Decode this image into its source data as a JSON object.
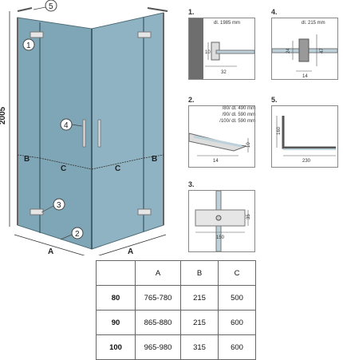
{
  "main_drawing": {
    "height_label": "2005",
    "label_A_left": "A",
    "label_A_right": "A",
    "label_B_left": "B",
    "label_B_right": "B",
    "label_C_left": "C",
    "label_C_right": "C",
    "callouts": [
      "1",
      "2",
      "3",
      "4",
      "5"
    ]
  },
  "details": {
    "d1": {
      "title": "1.",
      "note": "dl. 1985 mm",
      "dim_h": "10",
      "dim_w": "32"
    },
    "d2": {
      "title": "2.",
      "note_lines": [
        "/80/ dl. 490 mm",
        "/90/ dl. 590 mm",
        "/100/ dl. 590 mm"
      ],
      "dim_h": "10",
      "dim_w": "14"
    },
    "d3": {
      "title": "3.",
      "dim_h": "35",
      "dim_w": "150"
    },
    "d4": {
      "title": "4.",
      "note": "dl. 215 mm",
      "dim_a": "47",
      "dim_b": "24",
      "dim_w": "14"
    },
    "d5": {
      "title": "5.",
      "dim_h": "160",
      "dim_w": "230"
    }
  },
  "table": {
    "headers": [
      "",
      "A",
      "B",
      "C"
    ],
    "rows": [
      [
        "80",
        "765-780",
        "215",
        "500"
      ],
      [
        "90",
        "865-880",
        "215",
        "600"
      ],
      [
        "100",
        "965-980",
        "315",
        "600"
      ]
    ]
  }
}
